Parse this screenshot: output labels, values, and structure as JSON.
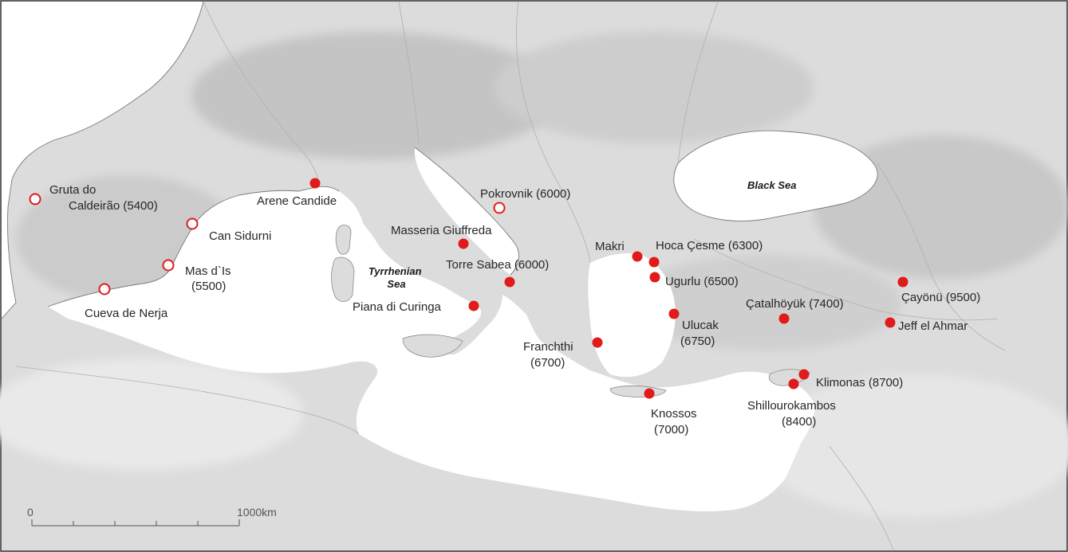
{
  "seas": {
    "black_sea": "Black Sea",
    "tyrrhenian_line1": "Tyrrhenian",
    "tyrrhenian_line2": "Sea"
  },
  "scale_bar": {
    "start_label": "0",
    "end_label": "1000km"
  },
  "legend_colors": {
    "site_fill": "#e01b1b",
    "site_stroke": "#e01b1b",
    "open_site_fill": "#ffffff"
  },
  "sites": [
    {
      "id": "gruta-do-caldeirao",
      "lines": [
        "Gruta do",
        "Caldeirão (5400)"
      ],
      "marker": "open"
    },
    {
      "id": "can-sidurni",
      "lines": [
        "Can Sidurni"
      ],
      "marker": "open"
    },
    {
      "id": "mas-d-is",
      "lines": [
        "Mas d`Is",
        "(5500)"
      ],
      "marker": "open"
    },
    {
      "id": "cueva-de-nerja",
      "lines": [
        "Cueva de Nerja"
      ],
      "marker": "open"
    },
    {
      "id": "arene-candide",
      "lines": [
        "Arene Candide"
      ],
      "marker": "filled"
    },
    {
      "id": "pokrovnik",
      "lines": [
        "Pokrovnik (6000)"
      ],
      "marker": "open"
    },
    {
      "id": "masseria-giuffreda",
      "lines": [
        "Masseria Giuffreda"
      ],
      "marker": "filled"
    },
    {
      "id": "torre-sabea",
      "lines": [
        "Torre Sabea (6000)"
      ],
      "marker": "filled"
    },
    {
      "id": "piana-di-curinga",
      "lines": [
        "Piana di Curinga"
      ],
      "marker": "filled"
    },
    {
      "id": "franchthi",
      "lines": [
        "Franchthi",
        "(6700)"
      ],
      "marker": "filled"
    },
    {
      "id": "knossos",
      "lines": [
        "Knossos",
        "(7000)"
      ],
      "marker": "filled"
    },
    {
      "id": "makri",
      "lines": [
        "Makri"
      ],
      "marker": "filled"
    },
    {
      "id": "hoca-cesme",
      "lines": [
        "Hoca Çesme (6300)"
      ],
      "marker": "filled"
    },
    {
      "id": "ugurlu",
      "lines": [
        "Ugurlu (6500)"
      ],
      "marker": "filled"
    },
    {
      "id": "ulucak",
      "lines": [
        "Ulucak",
        "(6750)"
      ],
      "marker": "filled"
    },
    {
      "id": "catalhoyuk",
      "lines": [
        "Çatalhöyük (7400)"
      ],
      "marker": "filled"
    },
    {
      "id": "cayonu",
      "lines": [
        "Çayönü (9500)"
      ],
      "marker": "filled"
    },
    {
      "id": "jeff-el-ahmar",
      "lines": [
        "Jeff el Ahmar"
      ],
      "marker": "filled"
    },
    {
      "id": "klimonas",
      "lines": [
        "Klimonas (8700)"
      ],
      "marker": "filled"
    },
    {
      "id": "shillourokambos",
      "lines": [
        "Shillourokambos",
        "(8400)"
      ],
      "marker": "filled"
    }
  ]
}
